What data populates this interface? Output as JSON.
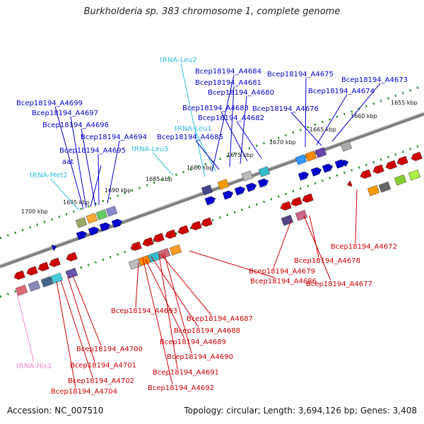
{
  "title": "Burkholderia sp. 383 chromosome 1, complete genome",
  "footer": {
    "accession": "Accession: NC_007510",
    "topology": "Topology: circular; Length: 3,694,126 bp; Genes: 3,408"
  },
  "colors": {
    "gene_forward": "#0000cc",
    "gene_reverse": "#cc0000",
    "trna": "#33bbdd",
    "trna_reverse": "#ee88cc",
    "backbone": "#808080",
    "tick_dots": "#228822"
  },
  "ticks": [
    "1655 kbp",
    "1660 kbp",
    "1665 kbp",
    "1670 kbp",
    "1675 kbp",
    "1680 kbp",
    "1685 kbp",
    "1690 kbp",
    "1695 kbp",
    "1700 kbp"
  ],
  "labels_forward": [
    "tRNA-Leu2",
    "Bcep18194_A4684",
    "Bcep18194_A4675",
    "Bcep18194_A4673",
    "Bcep18194_A4681",
    "Bcep18194_A4674",
    "Bcep18194_A4680",
    "Bcep18194_A4699",
    "Bcep18194_A4683",
    "Bcep18194_A4676",
    "Bcep18194_A4697",
    "Bcep18194_A4682",
    "tRNA-Leu1",
    "Bcep18194_A4696",
    "Bcep18194_A4694",
    "Bcep18194_A4685",
    "Bcep18194_A4695",
    "tRNA-Leu5",
    "aat",
    "tRNA-Met2"
  ],
  "labels_reverse": [
    "Bcep18194_A4672",
    "Bcep18194_A4678",
    "Bcep18194_A4679",
    "Bcep18194_A4677",
    "Bcep18194_A4686",
    "Bcep18194_A4693",
    "Bcep18194_A4687",
    "Bcep18194_A4688",
    "Bcep18194_A4689",
    "Bcep18194_A4700",
    "Bcep18194_A4690",
    "Bcep18194_A4701",
    "tRNA-His1",
    "Bcep18194_A4691",
    "Bcep18194_A4702",
    "Bcep18194_A4692",
    "Bcep18194_A4704"
  ]
}
